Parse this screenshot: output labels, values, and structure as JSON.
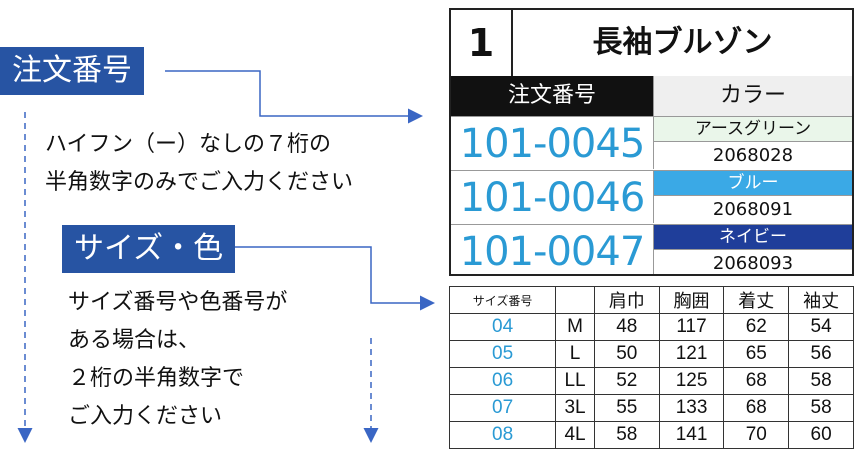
{
  "left": {
    "order_tag": "注文番号",
    "order_instruction_line1": "ハイフン（ー）なしの７桁の",
    "order_instruction_line2": "半角数字のみでご入力ください",
    "size_tag": "サイズ・色",
    "size_instruction_line1": "サイズ番号や色番号が",
    "size_instruction_line2": "ある場合は、",
    "size_instruction_line3": "２桁の半角数字で",
    "size_instruction_line4": "ご入力ください"
  },
  "product": {
    "number": "1",
    "name": "長袖ブルゾン",
    "order_header": "注文番号",
    "color_header": "カラー",
    "rows": [
      {
        "order_no": "101-0045",
        "color_name": "アースグリーン",
        "color_code": "2068028",
        "color_bg": "#eaf6ea",
        "color_fg": "#111111"
      },
      {
        "order_no": "101-0046",
        "color_name": "ブルー",
        "color_code": "2068091",
        "color_bg": "#3aa9e6",
        "color_fg": "#ffffff"
      },
      {
        "order_no": "101-0047",
        "color_name": "ネイビー",
        "color_code": "2068093",
        "color_bg": "#1f3e9a",
        "color_fg": "#ffffff"
      }
    ]
  },
  "size_table": {
    "headers": [
      "サイズ番号",
      "",
      "肩巾",
      "胸囲",
      "着丈",
      "袖丈"
    ],
    "rows": [
      [
        "04",
        "M",
        "48",
        "117",
        "62",
        "54"
      ],
      [
        "05",
        "L",
        "50",
        "121",
        "65",
        "56"
      ],
      [
        "06",
        "LL",
        "52",
        "125",
        "68",
        "58"
      ],
      [
        "07",
        "3L",
        "55",
        "133",
        "68",
        "58"
      ],
      [
        "08",
        "4L",
        "58",
        "141",
        "70",
        "60"
      ]
    ]
  },
  "colors": {
    "tag_bg": "#2754a3",
    "accent_blue": "#2a9ad4",
    "arrow": "#3a66c4"
  }
}
